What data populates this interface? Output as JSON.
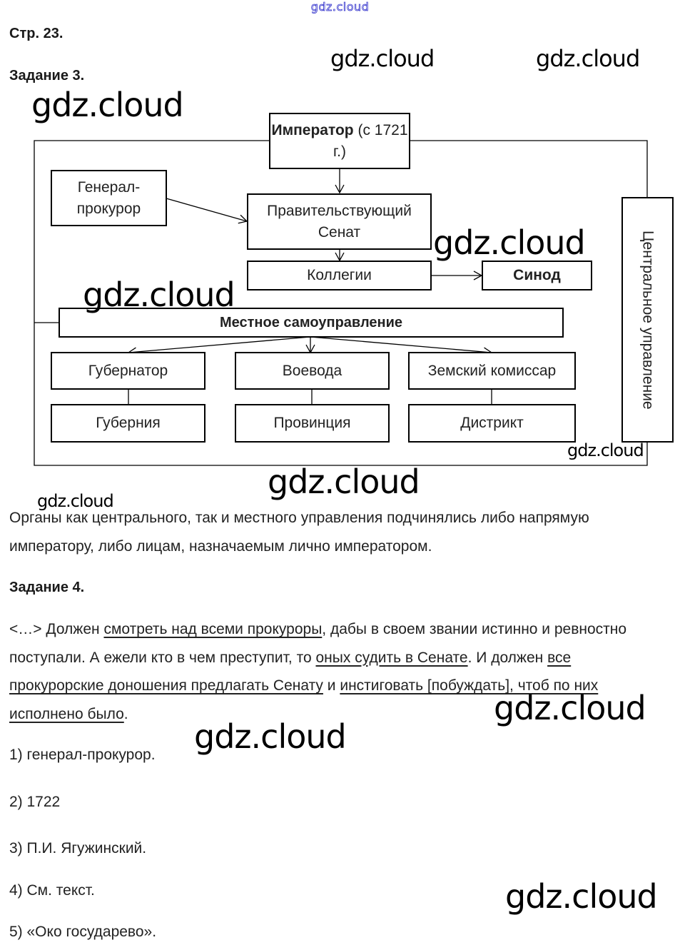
{
  "watermarks": {
    "top": "gdz.cloud",
    "items": [
      "gdz.cloud",
      "gdz.cloud",
      "gdz.cloud",
      "gdz.cloud",
      "gdz.cloud",
      "gdz.cloud",
      "gdz.cloud",
      "gdz.cloud",
      "gdz.cloud",
      "gdz.cloud",
      "gdz.cloud"
    ]
  },
  "page_label": "Стр. 23.",
  "task3": {
    "title": "Задание 3.",
    "diagram": {
      "emperor_bold": "Император",
      "emperor_rest": " (с 1721 г.)",
      "general_prosecutor": "Генерал-прокурор",
      "senate": "Правительствующий Сенат",
      "collegia": "Коллегии",
      "synod": "Синод",
      "local_government": "Местное самоуправление",
      "central_government": "Центральное управление",
      "officials": [
        "Губернатор",
        "Воевода",
        "Земский комиссар"
      ],
      "territories": [
        "Губерния",
        "Провинция",
        "Дистрикт"
      ]
    },
    "conclusion": "Органы как центрального, так и местного управления подчинялись либо напрямую императору, либо лицам, назначаемым лично императором."
  },
  "task4": {
    "title": "Задание 4.",
    "quote": [
      {
        "t": "<…> Должен ",
        "u": false
      },
      {
        "t": "смотреть над всеми прокуроры",
        "u": true
      },
      {
        "t": ", дабы в своем звании истинно и ревностно поступали. А ежели кто в чем преступит, то ",
        "u": false
      },
      {
        "t": "оных судить в Сенате",
        "u": true
      },
      {
        "t": ". И должен ",
        "u": false
      },
      {
        "t": "все прокурорские доношения предлагать Сенату",
        "u": true
      },
      {
        "t": " и ",
        "u": false
      },
      {
        "t": "инстиговать [побуждать], чтоб по них исполнено было",
        "u": true
      },
      {
        "t": ".",
        "u": false
      }
    ],
    "answers": [
      "1) генерал-прокурор.",
      "2) 1722",
      "3) П.И. Ягужинский.",
      "4) См. текст.",
      "5) «Око государево»."
    ]
  }
}
